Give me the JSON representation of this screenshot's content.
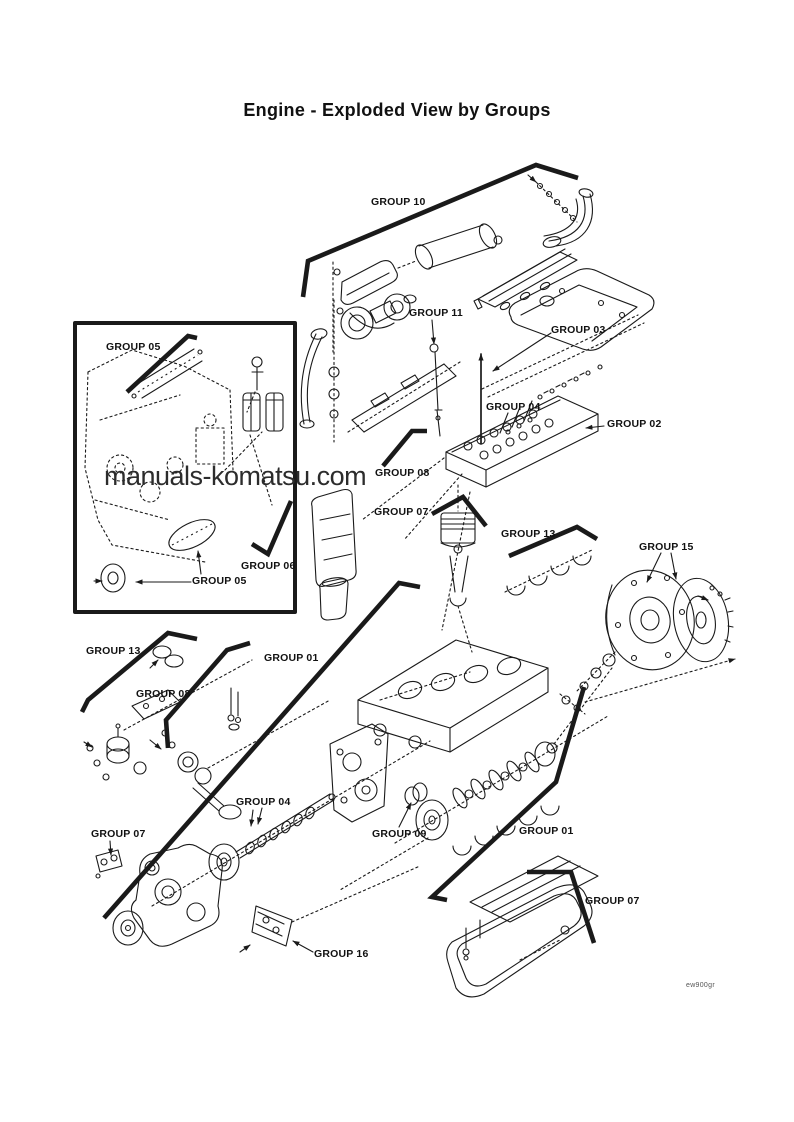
{
  "page": {
    "title": "Engine - Exploded View by Groups",
    "watermark": "manuals-komatsu.com",
    "doc_code": "ew900gr"
  },
  "colors": {
    "ink": "#1a1a1a",
    "paper": "#ffffff",
    "watermark": "#2c2c2c"
  },
  "callouts": [
    {
      "label": "GROUP 10"
    },
    {
      "label": "GROUP 11"
    },
    {
      "label": "GROUP 03"
    },
    {
      "label": "GROUP 05"
    },
    {
      "label": "GROUP 04"
    },
    {
      "label": "GROUP 02"
    },
    {
      "label": "GROUP 08"
    },
    {
      "label": "GROUP 07"
    },
    {
      "label": "GROUP 13"
    },
    {
      "label": "GROUP 15"
    },
    {
      "label": "GROUP 06"
    },
    {
      "label": "GROUP 05"
    },
    {
      "label": "GROUP 13"
    },
    {
      "label": "GROUP 01"
    },
    {
      "label": "GROUP 08"
    },
    {
      "label": "GROUP 04"
    },
    {
      "label": "GROUP 07"
    },
    {
      "label": "GROUP 09"
    },
    {
      "label": "GROUP 01"
    },
    {
      "label": "GROUP 07"
    },
    {
      "label": "GROUP 16"
    }
  ]
}
